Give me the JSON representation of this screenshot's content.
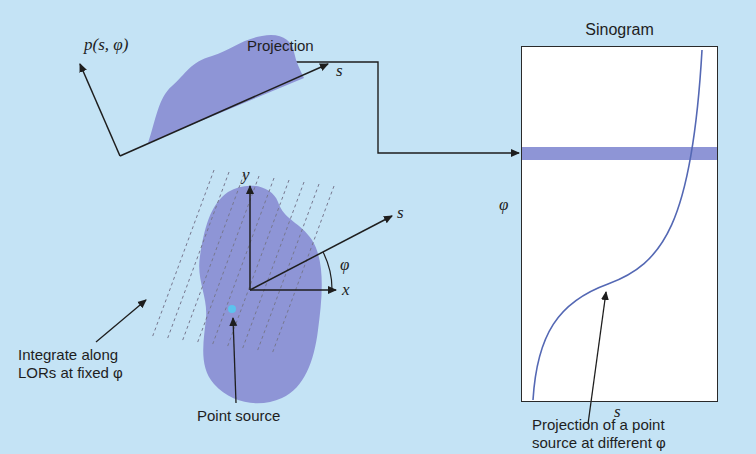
{
  "diagram": {
    "nodes": [
      {
        "text": [
          "Sinogram"
        ]
      }
    ],
    "labels": [
      "Projection",
      "p(s, φ)",
      "s",
      "y",
      "s",
      "φ",
      "x",
      "φ",
      "s",
      "Integrate along LORs at fixed φ",
      "Point source",
      "Projection of a point source at different φ"
    ]
  }
}
